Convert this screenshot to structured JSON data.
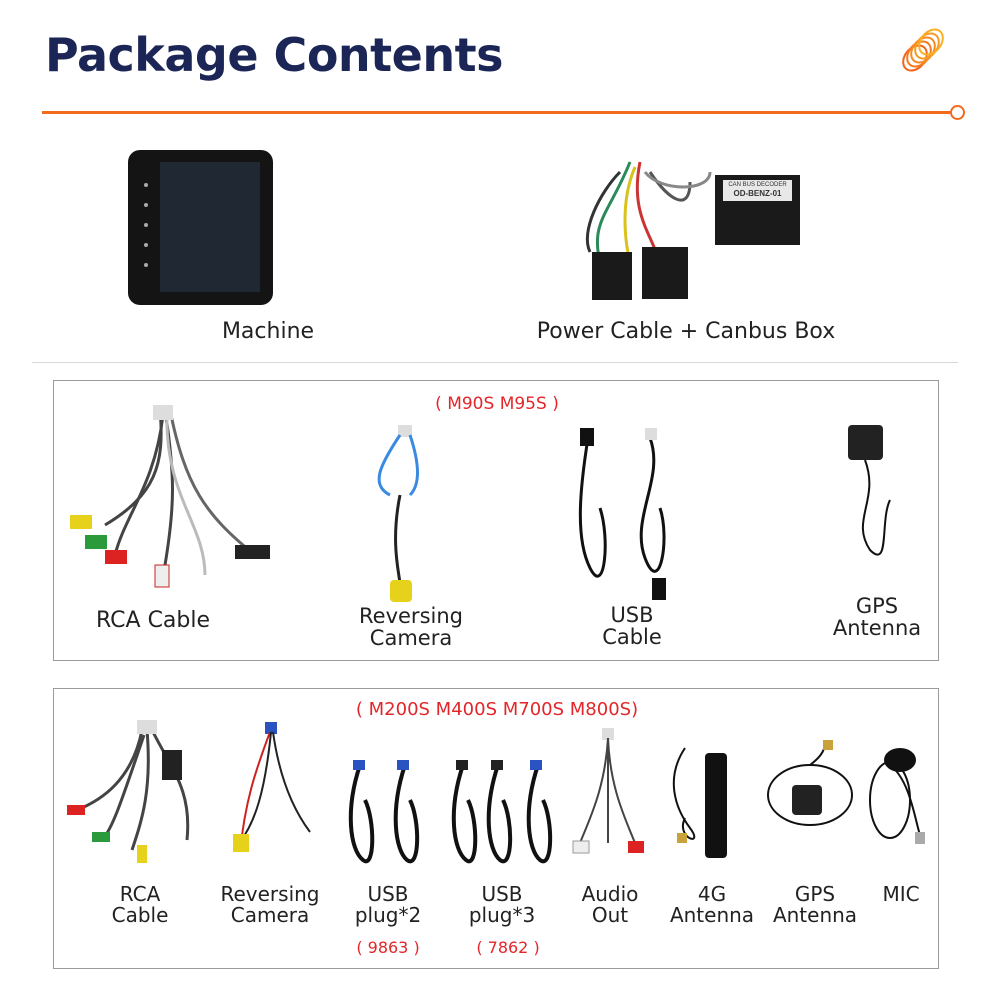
{
  "title": "Package Contents",
  "colors": {
    "accent": "#f26a1b",
    "title": "#1b2657",
    "variant_label": "#e3262a"
  },
  "logo": {
    "icon": "orange-coil-logo"
  },
  "top_items": [
    {
      "label": "Machine"
    },
    {
      "label": "Power Cable + Canbus Box",
      "box_text": [
        "CAN BUS DECODER",
        "OD-BENZ-01"
      ]
    }
  ],
  "section_1": {
    "variant": "( M90S M95S )",
    "items": [
      {
        "label": [
          "RCA Cable"
        ]
      },
      {
        "label": [
          "Reversing",
          "Camera"
        ]
      },
      {
        "label": [
          "USB",
          "Cable"
        ]
      },
      {
        "label": [
          "GPS",
          "Antenna"
        ]
      }
    ]
  },
  "section_2": {
    "variant": "( M200S M400S M700S M800S)",
    "items": [
      {
        "label": [
          "RCA",
          "Cable"
        ]
      },
      {
        "label": [
          "Reversing",
          "Camera"
        ]
      },
      {
        "label": [
          "USB",
          "plug*2"
        ],
        "note": "( 9863 )"
      },
      {
        "label": [
          "USB",
          "plug*3"
        ],
        "note": "( 7862 )"
      },
      {
        "label": [
          "Audio",
          "Out"
        ]
      },
      {
        "label": [
          "4G",
          "Antenna"
        ]
      },
      {
        "label": [
          "GPS",
          "Antenna"
        ]
      },
      {
        "label": [
          "MIC"
        ]
      }
    ]
  }
}
